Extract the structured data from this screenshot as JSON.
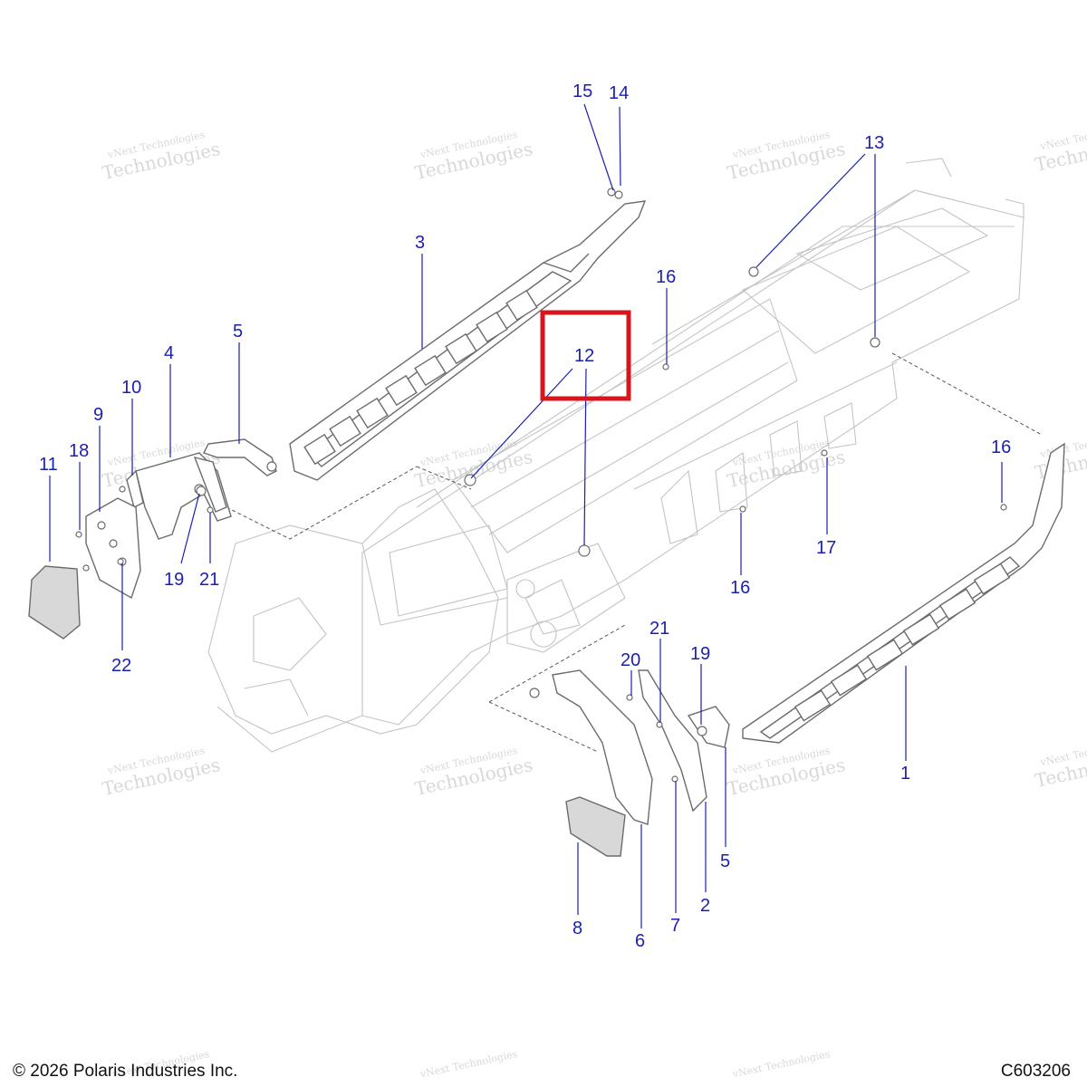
{
  "diagram": {
    "callouts": [
      {
        "id": "1",
        "label": "1"
      },
      {
        "id": "2",
        "label": "2"
      },
      {
        "id": "3",
        "label": "3"
      },
      {
        "id": "4",
        "label": "4"
      },
      {
        "id": "5a",
        "label": "5"
      },
      {
        "id": "5b",
        "label": "5"
      },
      {
        "id": "6",
        "label": "6"
      },
      {
        "id": "7",
        "label": "7"
      },
      {
        "id": "8",
        "label": "8"
      },
      {
        "id": "9",
        "label": "9"
      },
      {
        "id": "10",
        "label": "10"
      },
      {
        "id": "11",
        "label": "11"
      },
      {
        "id": "12",
        "label": "12"
      },
      {
        "id": "13",
        "label": "13"
      },
      {
        "id": "14",
        "label": "14"
      },
      {
        "id": "15",
        "label": "15"
      },
      {
        "id": "16a",
        "label": "16"
      },
      {
        "id": "16b",
        "label": "16"
      },
      {
        "id": "16c",
        "label": "16"
      },
      {
        "id": "17",
        "label": "17"
      },
      {
        "id": "18",
        "label": "18"
      },
      {
        "id": "19a",
        "label": "19"
      },
      {
        "id": "19b",
        "label": "19"
      },
      {
        "id": "20",
        "label": "20"
      },
      {
        "id": "21a",
        "label": "21"
      },
      {
        "id": "21b",
        "label": "21"
      },
      {
        "id": "22",
        "label": "22"
      }
    ],
    "highlight": {
      "callout": "12",
      "color": "#d9141c"
    },
    "callout_color": "#1a1fb0",
    "watermark_lines": [
      "vNext Technologies",
      "Technologies"
    ]
  },
  "footer": {
    "copyright": "© 2026 Polaris Industries Inc.",
    "figure_id": "C603206"
  }
}
